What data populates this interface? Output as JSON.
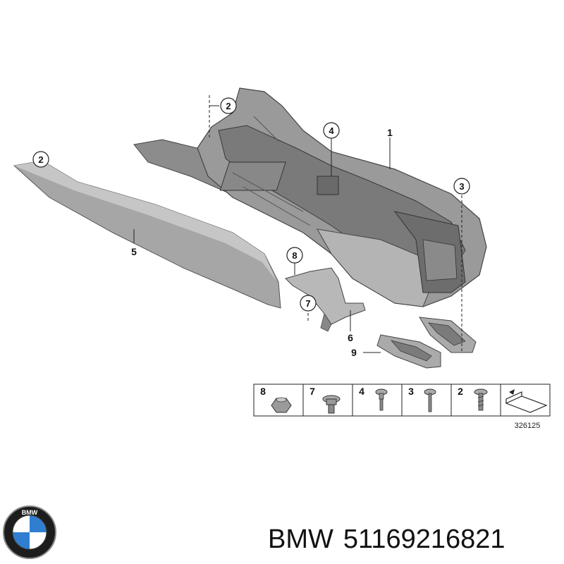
{
  "diagram": {
    "callouts": {
      "c1": "1",
      "c2a": "2",
      "c2b": "2",
      "c3": "3",
      "c4": "4",
      "c5": "5",
      "c6": "6",
      "c7": "7",
      "c8": "8",
      "c9": "9"
    },
    "legend": {
      "items": [
        {
          "num": "8",
          "icon": "nut-icon"
        },
        {
          "num": "7",
          "icon": "bolt-icon"
        },
        {
          "num": "4",
          "icon": "screw-icon"
        },
        {
          "num": "3",
          "icon": "screw-icon"
        },
        {
          "num": "2",
          "icon": "screw-icon"
        }
      ],
      "reference": "326125"
    }
  },
  "caption": {
    "brand": "BMW",
    "part_number": "51169216821"
  },
  "colors": {
    "part_fill": "#9a9a9a",
    "part_dark": "#6e6e6e",
    "part_light": "#c4c4c4",
    "line": "#222222"
  }
}
